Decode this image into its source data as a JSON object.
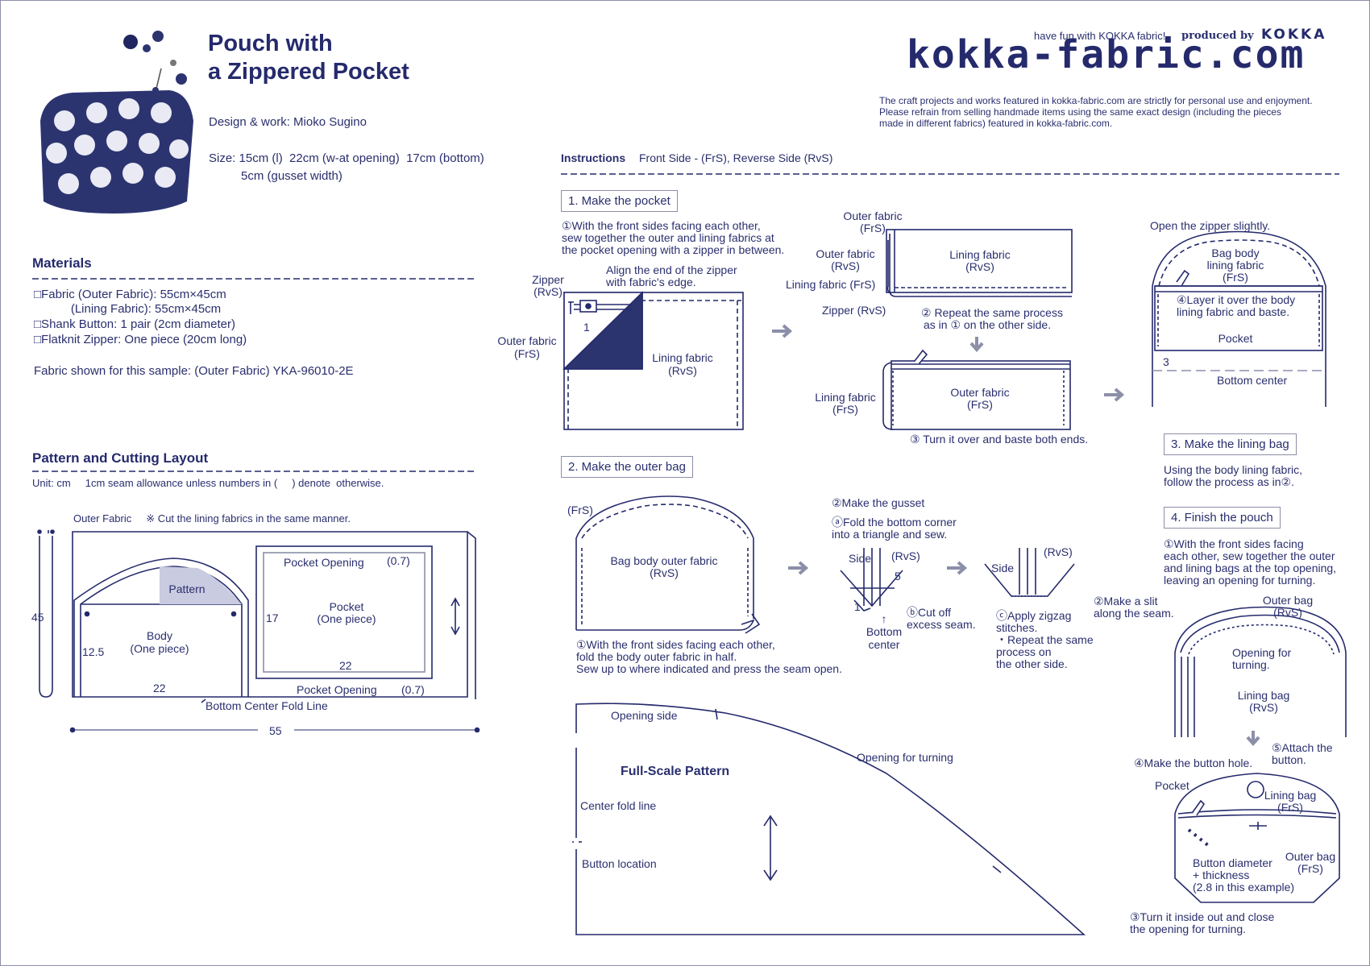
{
  "title": {
    "line1": "Pouch with",
    "line2": "a Zippered Pocket"
  },
  "credit": "Design & work: Mioko Sugino",
  "size": {
    "line1": "Size: 15cm (l)  22cm (w-at opening)  17cm (bottom)",
    "line2": "5cm (gusset width)"
  },
  "header": {
    "tagline": "have fun with KOKKA fabric!",
    "produced_by": "produced by",
    "brand": "KOKKA",
    "logo": "kokka-fabric.com",
    "notice": [
      "The craft projects and works featured in kokka-fabric.com are strictly for personal use and enjoyment.",
      "Please refrain from selling handmade items using the same exact design (including the pieces",
      "made in different fabrics) featured in kokka-fabric.com."
    ]
  },
  "materials": {
    "heading": "Materials",
    "items": [
      "□Fabric (Outer Fabric): 55cm×45cm",
      "           (Lining Fabric): 55cm×45cm",
      "□Shank Button: 1 pair (2cm diameter)",
      "□Flatknit Zipper: One piece (20cm long)"
    ],
    "sample": "Fabric shown for this sample: (Outer Fabric) YKA-96010-2E"
  },
  "layout": {
    "heading": "Pattern and Cutting Layout",
    "unit": "Unit: cm     1cm seam allowance unless numbers in (     ) denote  otherwise.",
    "outer_fabric": "Outer Fabric     ※ Cut the lining fabrics in the same manner.",
    "pattern": "Pattern",
    "body": [
      "Body",
      "(One piece)"
    ],
    "pocket": [
      "Pocket",
      "(One piece)"
    ],
    "pocket_opening": "Pocket Opening",
    "seam_07": "(0.7)",
    "dim_45": "45",
    "dim_12_5": "12.5",
    "dim_22": "22",
    "dim_17": "17",
    "dim_55": "55",
    "fold_line": "Bottom Center Fold Line"
  },
  "instructions": {
    "label": "Instructions",
    "legend": "Front Side - (FrS), Reverse Side (RvS)"
  },
  "step1": {
    "heading": "1. Make the pocket",
    "text": [
      "①With the front sides facing each other,",
      "sew together the outer and lining fabrics at",
      "the pocket opening with a zipper in between."
    ],
    "align": [
      "Align the end of the zipper",
      "with fabric's edge."
    ],
    "zipper": [
      "Zipper",
      "(RvS)"
    ],
    "outer": [
      "Outer fabric",
      "(FrS)"
    ],
    "lining": [
      "Lining fabric",
      "(RvS)"
    ],
    "one": "1",
    "outer_frs": [
      "Outer fabric",
      "(FrS)"
    ],
    "outer_rvs": [
      "Outer fabric",
      "(RvS)"
    ],
    "lining_frs": "Lining fabric (FrS)",
    "zipper_rvs": "Zipper (RvS)",
    "lining_rvs": [
      "Lining fabric",
      "(RvS)"
    ],
    "repeat": [
      "② Repeat the same process",
      "as in ① on the other side."
    ],
    "lining_frs2": [
      "Lining fabric",
      "(FrS)"
    ],
    "outer_frs2": [
      "Outer fabric",
      "(FrS)"
    ],
    "turn": "③ Turn it over and baste both ends.",
    "open": "Open the zipper slightly.",
    "body_lining": [
      "Bag body",
      "lining fabric",
      "(FrS)"
    ],
    "layer": [
      "④Layer it over the body",
      "lining fabric and baste."
    ],
    "pocket": "Pocket",
    "three": "3",
    "bottom_center": "Bottom center"
  },
  "step2": {
    "heading": "2. Make the outer bag",
    "frs": "(FrS)",
    "body": [
      "Bag body outer fabric",
      "(RvS)"
    ],
    "text": [
      "①With the front sides facing each other,",
      "fold the body outer fabric in half.",
      "Sew up to where indicated and press the seam open."
    ],
    "gusset": "②Make the gusset",
    "fold": [
      "ⓐFold the bottom corner",
      "into a triangle and sew."
    ],
    "side": "Side",
    "rvs": "(RvS)",
    "five": "5",
    "one": "1",
    "cut": [
      "ⓑCut off",
      "excess seam."
    ],
    "bottom_center": [
      "↑",
      "Bottom",
      "center"
    ],
    "side2": "Side",
    "rvs2": "(RvS)",
    "zigzag": [
      "ⓒApply zigzag",
      "stitches.",
      "・Repeat the same",
      "process on",
      "the other side."
    ]
  },
  "step3": {
    "heading": "3. Make the lining bag",
    "text": [
      "Using the body lining fabric,",
      "follow the process as in②."
    ]
  },
  "step4": {
    "heading": "4. Finish the pouch",
    "text": [
      "①With the front sides facing",
      "each other, sew together the outer",
      "and lining bags at the top opening,",
      "leaving an opening for turning."
    ],
    "slit": [
      "②Make a slit",
      "along the seam."
    ],
    "outer_rvs": [
      "Outer bag",
      "(RvS)"
    ],
    "opening": [
      "Opening for",
      "turning."
    ],
    "lining_rvs": [
      "Lining bag",
      "(RvS)"
    ],
    "attach": [
      "⑤Attach the",
      "button."
    ],
    "hole": "④Make the button hole.",
    "pocket": "Pocket",
    "lining_frs": [
      "Lining bag",
      "(FrS)"
    ],
    "outer_frs": [
      "Outer bag",
      "(FrS)"
    ],
    "diameter": [
      "Button diameter",
      "+ thickness",
      "(2.8 in this example)"
    ],
    "close": [
      "③Turn it inside out and close",
      "the opening for turning."
    ]
  },
  "fullscale": {
    "heading": "Full-Scale Pattern",
    "opening_side": "Opening side",
    "opening_turning": "Opening for turning",
    "center_fold": "Center fold line",
    "button": "Button location"
  }
}
